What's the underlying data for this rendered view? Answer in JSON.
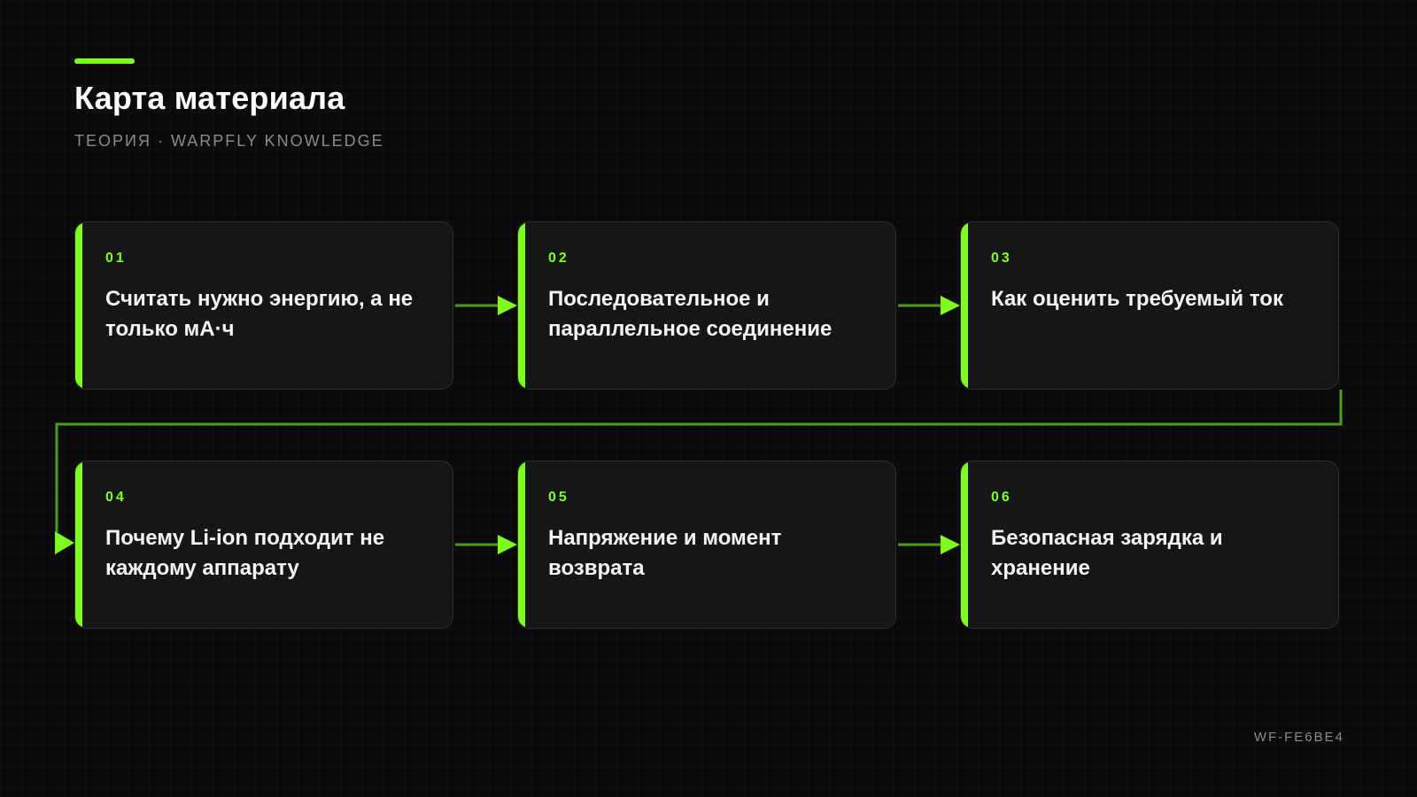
{
  "header": {
    "title": "Карта материала",
    "subtitle": "ТЕОРИЯ · WARPFLY KNOWLEDGE"
  },
  "steps": [
    {
      "num": "01",
      "title": "Считать нужно энергию, а не только мА·ч"
    },
    {
      "num": "02",
      "title": "Последовательное и параллельное соединение"
    },
    {
      "num": "03",
      "title": "Как оценить требуемый ток"
    },
    {
      "num": "04",
      "title": "Почему Li-ion подходит не каждому аппарату"
    },
    {
      "num": "05",
      "title": "Напряжение и момент возврата"
    },
    {
      "num": "06",
      "title": "Безопасная зарядка и хранение"
    }
  ],
  "footer": {
    "code": "WF-FE6BE4"
  },
  "colors": {
    "background": "#0a0b0a",
    "accent": "#7fff1e",
    "connector": "#4f9b1c",
    "card": "#151716",
    "text": "#f4f5f4",
    "muted": "#8a8c8a"
  }
}
